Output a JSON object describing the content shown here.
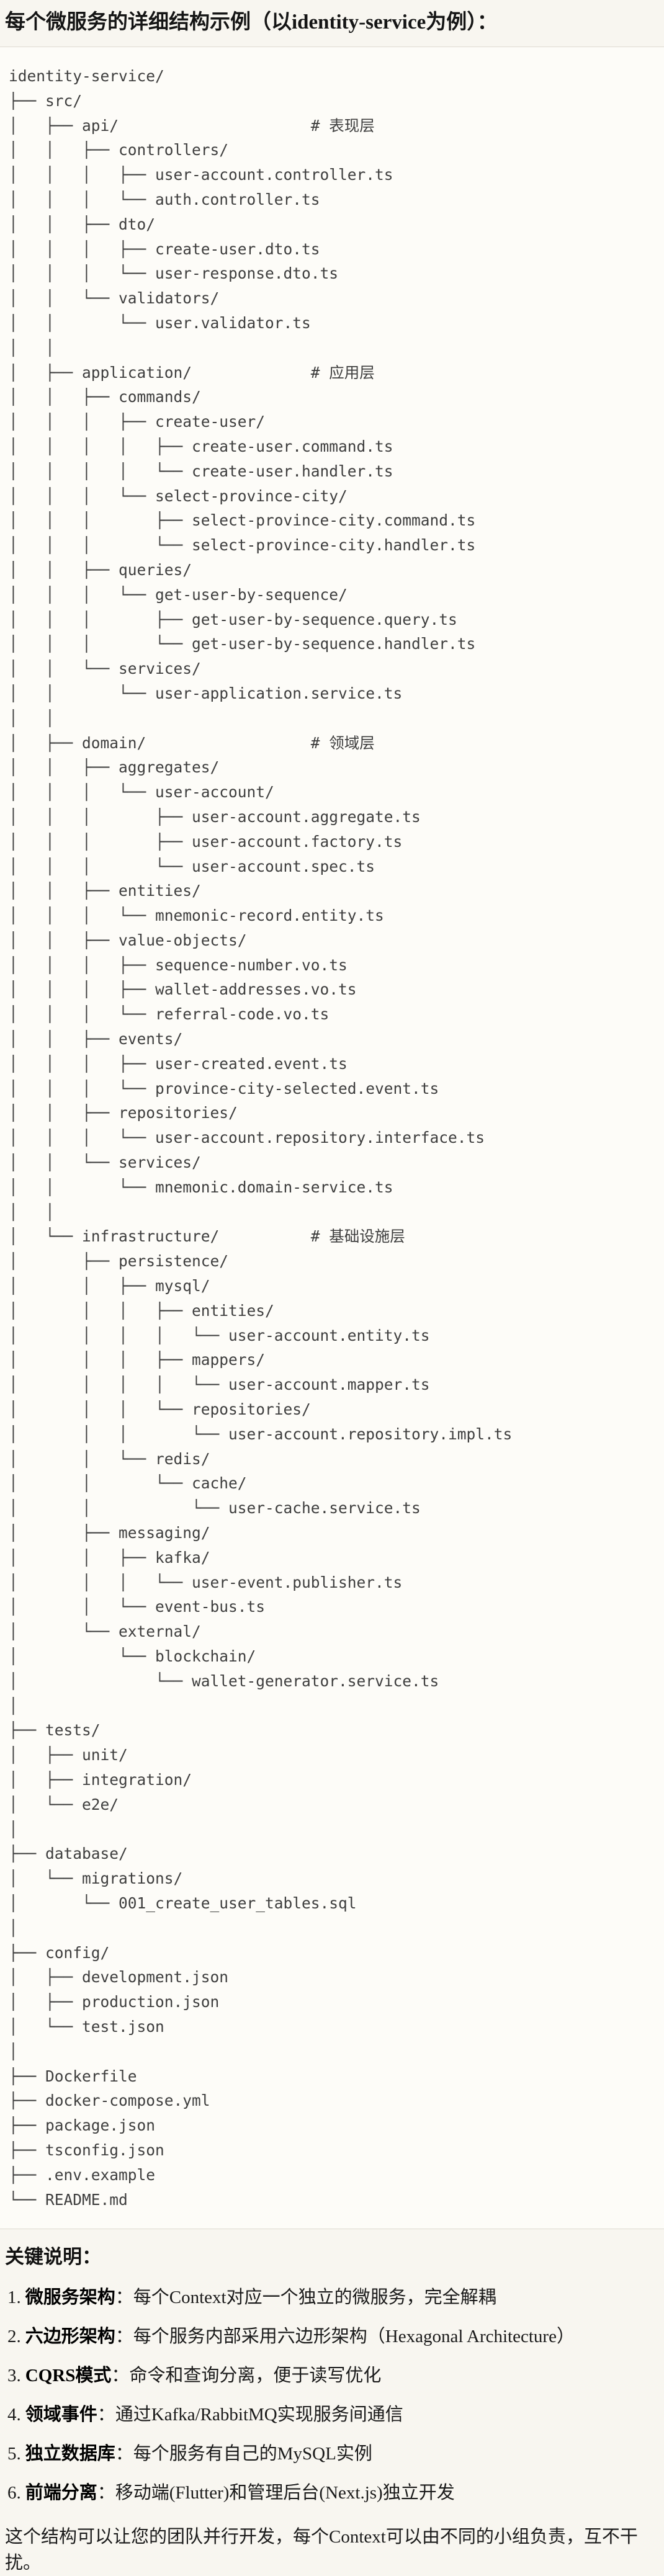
{
  "title": "每个微服务的详细结构示例（以identity-service为例）：",
  "code_block": {
    "tree_lines": [
      "identity-service/",
      "├── src/",
      "│   ├── api/                     # 表现层",
      "│   │   ├── controllers/",
      "│   │   │   ├── user-account.controller.ts",
      "│   │   │   └── auth.controller.ts",
      "│   │   ├── dto/",
      "│   │   │   ├── create-user.dto.ts",
      "│   │   │   └── user-response.dto.ts",
      "│   │   └── validators/",
      "│   │       └── user.validator.ts",
      "│   │",
      "│   ├── application/             # 应用层",
      "│   │   ├── commands/",
      "│   │   │   ├── create-user/",
      "│   │   │   │   ├── create-user.command.ts",
      "│   │   │   │   └── create-user.handler.ts",
      "│   │   │   └── select-province-city/",
      "│   │   │       ├── select-province-city.command.ts",
      "│   │   │       └── select-province-city.handler.ts",
      "│   │   ├── queries/",
      "│   │   │   └── get-user-by-sequence/",
      "│   │   │       ├── get-user-by-sequence.query.ts",
      "│   │   │       └── get-user-by-sequence.handler.ts",
      "│   │   └── services/",
      "│   │       └── user-application.service.ts",
      "│   │",
      "│   ├── domain/                  # 领域层",
      "│   │   ├── aggregates/",
      "│   │   │   └── user-account/",
      "│   │   │       ├── user-account.aggregate.ts",
      "│   │   │       ├── user-account.factory.ts",
      "│   │   │       └── user-account.spec.ts",
      "│   │   ├── entities/",
      "│   │   │   └── mnemonic-record.entity.ts",
      "│   │   ├── value-objects/",
      "│   │   │   ├── sequence-number.vo.ts",
      "│   │   │   ├── wallet-addresses.vo.ts",
      "│   │   │   └── referral-code.vo.ts",
      "│   │   ├── events/",
      "│   │   │   ├── user-created.event.ts",
      "│   │   │   └── province-city-selected.event.ts",
      "│   │   ├── repositories/",
      "│   │   │   └── user-account.repository.interface.ts",
      "│   │   └── services/",
      "│   │       └── mnemonic.domain-service.ts",
      "│   │",
      "│   └── infrastructure/          # 基础设施层",
      "│       ├── persistence/",
      "│       │   ├── mysql/",
      "│       │   │   ├── entities/",
      "│       │   │   │   └── user-account.entity.ts",
      "│       │   │   ├── mappers/",
      "│       │   │   │   └── user-account.mapper.ts",
      "│       │   │   └── repositories/",
      "│       │   │       └── user-account.repository.impl.ts",
      "│       │   └── redis/",
      "│       │       └── cache/",
      "│       │           └── user-cache.service.ts",
      "│       ├── messaging/",
      "│       │   ├── kafka/",
      "│       │   │   └── user-event.publisher.ts",
      "│       │   └── event-bus.ts",
      "│       └── external/",
      "│           └── blockchain/",
      "│               └── wallet-generator.service.ts",
      "│",
      "├── tests/",
      "│   ├── unit/",
      "│   ├── integration/",
      "│   └── e2e/",
      "│",
      "├── database/",
      "│   └── migrations/",
      "│       └── 001_create_user_tables.sql",
      "│",
      "├── config/",
      "│   ├── development.json",
      "│   ├── production.json",
      "│   └── test.json",
      "│",
      "├── Dockerfile",
      "├── docker-compose.yml",
      "├── package.json",
      "├── tsconfig.json",
      "├── .env.example",
      "└── README.md"
    ]
  },
  "notes": {
    "heading": "关键说明：",
    "items": [
      {
        "num": "1.",
        "term": "微服务架构",
        "rest": "：每个Context对应一个独立的微服务，完全解耦"
      },
      {
        "num": "2.",
        "term": "六边形架构",
        "rest": "：每个服务内部采用六边形架构（Hexagonal Architecture）"
      },
      {
        "num": "3.",
        "term": "CQRS模式",
        "rest": "：命令和查询分离，便于读写优化"
      },
      {
        "num": "4.",
        "term": "领域事件",
        "rest": "：通过Kafka/RabbitMQ实现服务间通信"
      },
      {
        "num": "5.",
        "term": "独立数据库",
        "rest": "：每个服务有自己的MySQL实例"
      },
      {
        "num": "6.",
        "term": "前端分离",
        "rest": "：移动端(Flutter)和管理后台(Next.js)独立开发"
      }
    ],
    "closing": "这个结构可以让您的团队并行开发，每个Context可以由不同的小组负责，互不干扰。"
  },
  "colors": {
    "page_background": "#F8F6F0",
    "code_background": "#FDFCF8",
    "code_border": "#DEDBD1",
    "code_text": "#3E3E3E",
    "body_text": "#1A1A1A"
  }
}
